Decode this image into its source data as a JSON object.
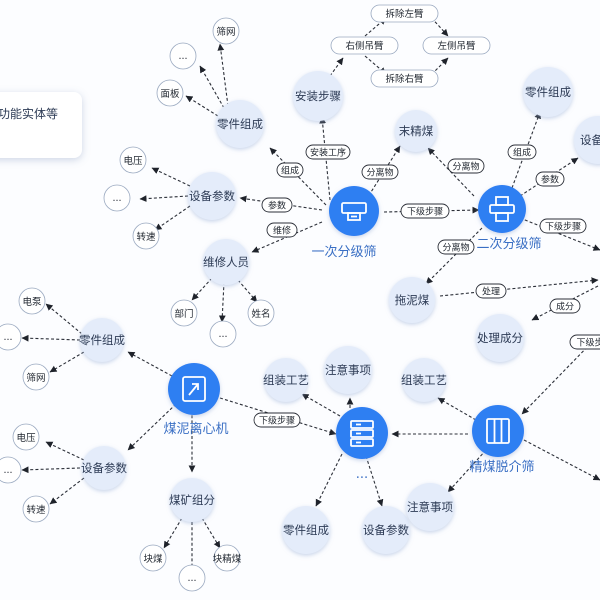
{
  "legend": {
    "text": "功能实体等"
  },
  "hubs": {
    "primary_screen": "一次分级筛",
    "secondary_screen": "二次分级筛",
    "centrifuge": "煤泥离心机",
    "fine_coal_screen": "精煤脱介筛"
  },
  "nodes": {
    "install_steps": "安装步骤",
    "right_arm": "右侧吊臂",
    "left_arm": "左侧吊臂",
    "remove_left_arm": "拆除左臂",
    "remove_right_arm": "拆除右臂",
    "parts_a": "零件组成",
    "screen_mesh_a": "筛网",
    "ellipsis_a": "...",
    "panel": "面板",
    "equip_params_a": "设备参数",
    "voltage_a": "电压",
    "ellipsis_b": "...",
    "speed_a": "转速",
    "maint_staff": "维修人员",
    "department": "部门",
    "ellipsis_c": "...",
    "name": "姓名",
    "fine_coal": "末精煤",
    "parts_b": "零件组成",
    "equip_params_b": "设备参",
    "slime": "拖泥煤",
    "process_component": "处理成分",
    "parts_c": "零件组成",
    "pump": "电泵",
    "ellipsis_d": "...",
    "screen_mesh_c": "筛网",
    "equip_params_c": "设备参数",
    "voltage_c": "电压",
    "ellipsis_e": "...",
    "speed_c": "转速",
    "coal_group": "煤矿组分",
    "lump_coal": "块煤",
    "ellipsis_f": "...",
    "lump_fine": "块精煤",
    "assembly_a": "组装工艺",
    "notes_a": "注意事项",
    "parts_d": "零件组成",
    "equip_params_d": "设备参数",
    "dots": "...",
    "assembly_b": "组装工艺",
    "notes_b": "注意事项"
  },
  "edges": {
    "install_process": "安装工序",
    "compose_1": "组成",
    "param_1": "参数",
    "maint_1": "维修",
    "separate_1": "分离物",
    "next_1": "下级步骤",
    "separate_2": "分离物",
    "compose_2": "组成",
    "param_2": "参数",
    "next_2": "下级步骤",
    "separate_3": "分离物",
    "process": "处理",
    "component": "成分",
    "next_3": "下级步",
    "next_4": "下级步骤"
  },
  "icons": {
    "primary_screen": "screen-machine-icon",
    "secondary_screen": "screen-unit-icon",
    "centrifuge": "centrifuge-icon",
    "stack": "server-stack-icon",
    "columns": "column-sieve-icon"
  },
  "colors": {
    "hub": "#2f7ff2",
    "bubble": "#e4ecfa",
    "label": "#3a6fc4"
  }
}
